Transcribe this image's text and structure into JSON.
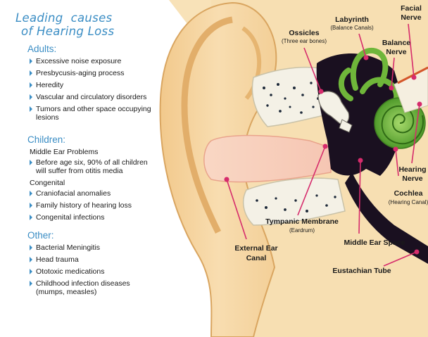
{
  "panel": {
    "title_line1": "Leading  causes",
    "title_line2": "of Hearing Loss",
    "adults": {
      "heading": "Adults:",
      "items": [
        "Excessive noise exposure",
        "Presbycusis-aging process",
        "Heredity",
        "Vascular and circulatory disorders",
        "Tumors and other space occupying lesions"
      ]
    },
    "children": {
      "heading": "Children:",
      "middle_ear": {
        "subheading": "Middle Ear Problems",
        "items": [
          "Before age six, 90% of all children will suffer from otitis media"
        ]
      },
      "congenital": {
        "subheading": "Congenital",
        "items": [
          "Craniofacial anomalies",
          "Family history of hearing loss",
          "Congenital infections"
        ]
      }
    },
    "other": {
      "heading": "Other:",
      "items": [
        "Bacterial Meningitis",
        "Head trauma",
        "Ototoxic medications",
        "Childhood infection diseases (mumps, measles)"
      ]
    }
  },
  "labels": {
    "ossicles": {
      "name": "Ossicles",
      "sub": "(Three ear bones)"
    },
    "labyrinth": {
      "name": "Labyrinth",
      "sub": "(Balance Canals)"
    },
    "facial_nerve": {
      "line1": "Facial",
      "line2": "Nerve"
    },
    "balance_nerve": {
      "line1": "Balance",
      "line2": "Nerve"
    },
    "hearing_nerve": {
      "line1": "Hearing",
      "line2": "Nerve"
    },
    "cochlea": {
      "name": "Cochlea",
      "sub": "(Hearing Canal)"
    },
    "tympanic_membrane": {
      "name": "Tympanic Membrane",
      "sub": "(Eardrum)"
    },
    "middle_ear_space": {
      "name": "Middle Ear Space"
    },
    "external_ear_canal": {
      "line1": "External Ear",
      "line2": "Canal"
    },
    "eustachian_tube": {
      "name": "Eustachian Tube"
    }
  },
  "colors": {
    "accent_blue": "#3a8dc4",
    "pointer_pink": "#d62c6c",
    "skin": "#f6d9a8",
    "skin_dark": "#e8b874",
    "cochlea_green": "#6fb63a",
    "bone_white": "#f4f1e6"
  }
}
